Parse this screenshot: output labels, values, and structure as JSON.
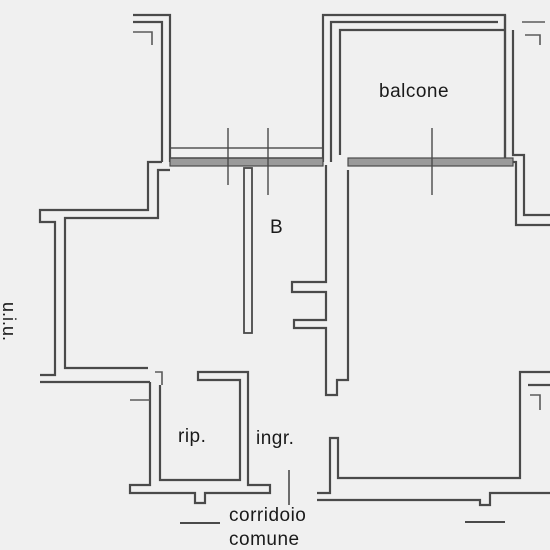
{
  "plan": {
    "labels": {
      "balcone": "balcone",
      "bath": "B",
      "storage": "rip.",
      "entrance": "ingr.",
      "corridor_line1": "corridoio",
      "corridor_line2": "comune",
      "side_unit": "u.i.u."
    }
  }
}
